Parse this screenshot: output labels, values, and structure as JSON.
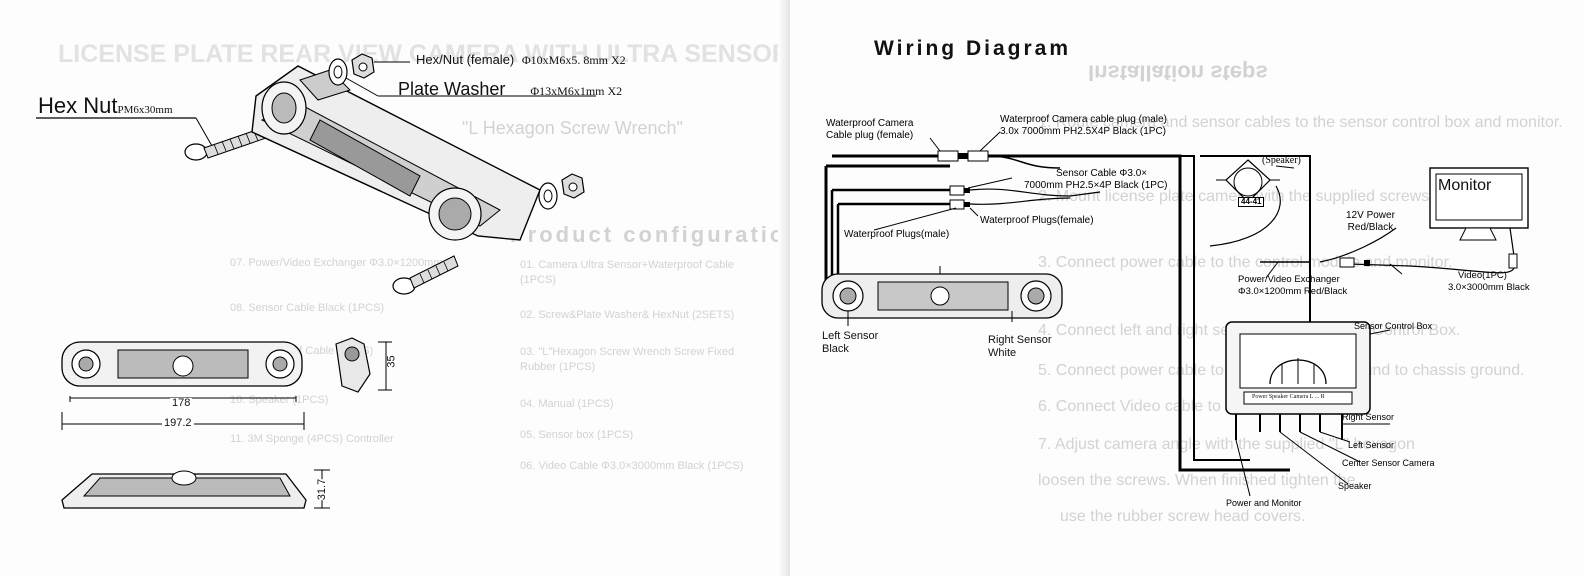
{
  "left_page": {
    "hex_nut": {
      "label": "Hex Nut",
      "spec": "PM6x30mm"
    },
    "hexnut_female": {
      "label": "Hex/Nut (female)",
      "spec": "Φ10xM6x5. 8mm X2"
    },
    "plate_washer": {
      "label": "Plate Washer",
      "spec": "Φ13xM6x1mm X2"
    },
    "dimensions": {
      "width_inner": "178",
      "width_outer": "197.2",
      "depth": "35",
      "height": "31.7"
    },
    "ghost": {
      "heading": "LICENSE PLATE REAR VIEW CAMERA WITH ULTRA SENSOR",
      "wrench": "\"L Hexagon Screw Wrench\"",
      "section": "Product configuration",
      "items": [
        "01. Camera Ultra Sensor+Waterproof Cable (1PCS)",
        "02. Screw&Plate Washer& HexNut (2SETS)",
        "03. \"L\"Hexagon Screw Wrench Screw Fixed Rubber (1PCS)",
        "04. Manual (1PCS)",
        "05. Sensor box (1PCS)",
        "06. Video Cable Φ3.0×3000mm Black (1PCS)"
      ],
      "items2": [
        "07. Power/Video Exchanger Φ3.0×1200mm",
        "08. Sensor Cable Black (1PCS)",
        "09. Waterproof Cable (1PCS)",
        "10. Speaker (1PCS)",
        "11. 3M Sponge (4PCS) Controller"
      ]
    }
  },
  "right_page": {
    "title": "Wiring Diagram",
    "labels": {
      "camera_plug_female": [
        "Waterproof Camera",
        "Cable plug (female)"
      ],
      "camera_plug_male": [
        "Waterproof Camera cable plug (male)",
        "3.0x 7000mm PH2.5X4P Black (1PC)"
      ],
      "sensor_cable": [
        "Sensor Cable Φ3.0×",
        "7000mm PH2.5×4P Black (1PC)"
      ],
      "plugs_female": "Waterproof Plugs(female)",
      "plugs_male": "Waterproof Plugs(male)",
      "speaker_top": "(Speaker)",
      "speaker_code": "44-41",
      "monitor": "Monitor",
      "power_12v": [
        "12V Power",
        "Red/Black"
      ],
      "exchanger": [
        "Power/Video Exchanger",
        "Φ3.0×1200mm Red/Black"
      ],
      "video": [
        "Video(1PC)",
        "3.0×3000mm Black"
      ],
      "left_sensor": [
        "Left Sensor",
        "Black"
      ],
      "right_sensor": [
        "Right Sensor",
        "White"
      ],
      "control_box": "Sensor Control Box",
      "box_brand": "Power Speaker Camera L ... R",
      "out_right_sensor": "Right Sensor",
      "out_left_sensor": "Left Sensor",
      "out_center_camera": "Center Sensor Camera",
      "out_speaker": "Speaker",
      "out_power_monitor": "Power and Monitor"
    },
    "ghost": {
      "title": "Installation steps",
      "steps": [
        "1. Route camera and sensor cables to the sensor control box and monitor.",
        "2. Mount license plate camera with the supplied screws.",
        "3. Connect power cable to the control module and monitor.",
        "4. Connect left and right sensors to the Sensor Control Box.",
        "5. Connect power cable to 12V power and ground to chassis ground.",
        "6. Connect Video cable to the display monitor.",
        "7. Adjust camera angle with the supplied \"L\" hexagon",
        "loosen the screws. When finished tighten the",
        "use the rubber screw head covers."
      ]
    }
  }
}
